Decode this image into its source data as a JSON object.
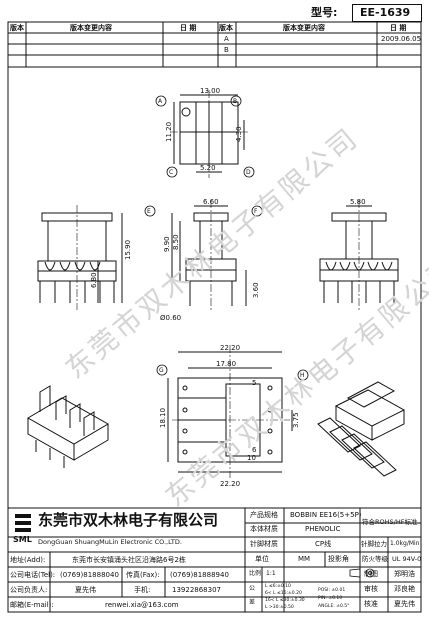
{
  "header": {
    "model_label": "型号:",
    "model_value": "EE-1639"
  },
  "revision": {
    "col_edition": "版本",
    "col_content": "版本变更内容",
    "col_date": "日 期",
    "rows": [
      {
        "edition": "A",
        "content": "",
        "date": "2009.06.05"
      },
      {
        "edition": "B",
        "content": "",
        "date": ""
      }
    ]
  },
  "dims": {
    "top_width": "13.00",
    "top_height": "11.20",
    "top_right": "4.30",
    "top_bottom": "5.20",
    "front_height": "15.90",
    "front_lower": "6.80",
    "side_top": "6.60",
    "side_a": "9.90",
    "side_b": "8.50",
    "side_pin_len": "3.60",
    "side_pin_dia": "Ø0.60",
    "right_top": "5.80",
    "bottom_total": "22.20",
    "bottom_inner": "17.80",
    "bottom_height": "18.10",
    "bottom_pitch": "3.75",
    "bottom_foot": "22.20",
    "pin_5": "5",
    "pin_6": "6",
    "pin_10": "10"
  },
  "markers": {
    "a": "A",
    "b": "B",
    "c": "C",
    "d": "D",
    "e": "E",
    "f": "F",
    "g": "G",
    "h": "H"
  },
  "company": {
    "logo_mark": "SML",
    "name_cn": "东莞市双木林电子有限公司",
    "name_en": "DongGuan ShuangMuLin Electronic CO.,LTD."
  },
  "watermark": "东莞市双木林电子有限公司",
  "info": {
    "address_label": "地址(Add):",
    "address": "东莞市长安镇涌头社区沿海路6号2栋",
    "tel_label": "公司电话(Tel):",
    "tel": "(0769)81888040",
    "fax_label": "传真(Fax):",
    "fax": "(0769)81888940",
    "manager_label": "公司负责人:",
    "manager": "夏先伟",
    "mobile_label": "手机:",
    "mobile": "13922868307",
    "email_label": "邮箱(E-mail):",
    "email": "renwei.xia@163.com"
  },
  "spec": {
    "product_label": "产品规格",
    "product": "BOBBIN EE16(5+5P)",
    "material_label": "本体材质",
    "material": "PHENOLIC",
    "pin_material_label": "针脚材质",
    "pin_material": "CP线",
    "unit_label": "单位",
    "unit": "MM",
    "projection_label": "投影角",
    "scale_label": "比例",
    "scale": "1:1",
    "tolerance_label": "公差",
    "tol_1": "L ≤6:±0.10",
    "tol_2": "6< L ≤16:±0.20",
    "tol_3": "16< L ≤30:±0.30",
    "tol_4": "L >30:±0.50",
    "tol_5": "POSI: ±0.01",
    "tol_6": "PIN: ±0.10",
    "tol_7": "ANGLE: ±0.5°",
    "rohs": "符合ROHS/HF标准",
    "pin_force_label": "针脚拉力",
    "pin_force": "1.0kg/Min",
    "fire_label": "防火等级",
    "fire": "UL 94V-0",
    "draw_label": "制图",
    "draw": "郑明浩",
    "review_label": "审核",
    "review": "邓良艳",
    "approve_label": "核准",
    "approve": "夏先伟"
  }
}
